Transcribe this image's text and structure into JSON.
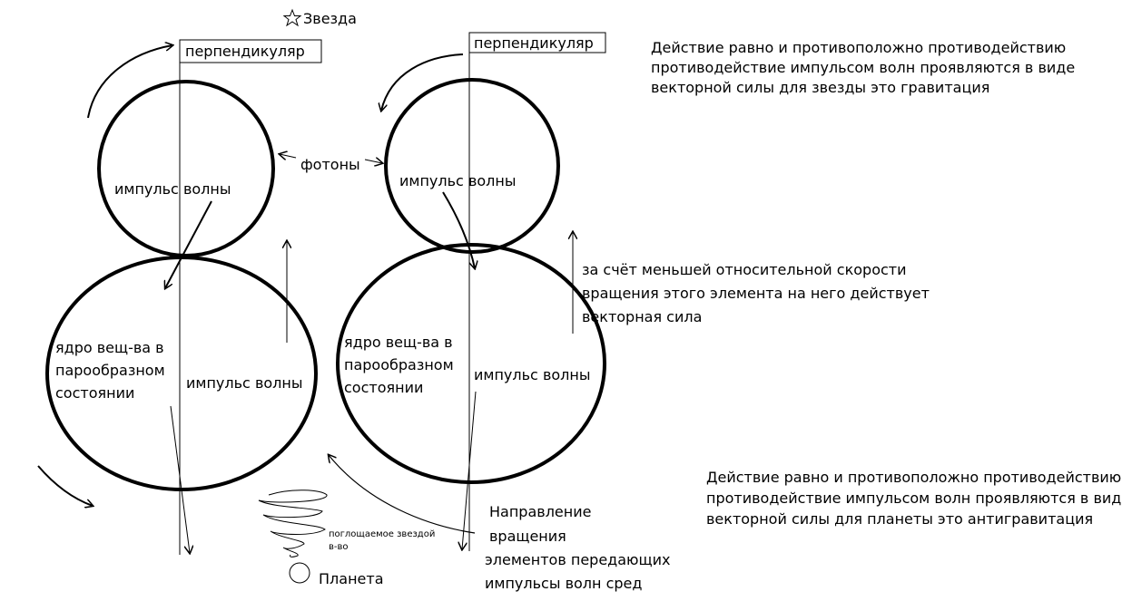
{
  "labels": {
    "star": "Звезда",
    "perp": "перпендикуляр",
    "impulse": "импульс волны",
    "photons": "фотоны",
    "core_1": "ядро вещ-ва в",
    "core_2": "парообразном",
    "core_3": "состоянии",
    "absorbed_1": "поглощаемое звездой",
    "absorbed_2": "в-во",
    "planet": "Планета",
    "rotation_1": "Направление",
    "rotation_2": "вращения",
    "rotation_3": "элементов передающих",
    "rotation_4": "импульсы волн сред",
    "vector_1": "за счёт меньшей относительной скорости",
    "vector_2": "вращения этого элемента на него действует",
    "vector_3": "векторная сила"
  },
  "notes": {
    "star": [
      "Действие равно и противоположно противодействию",
      "противодействие импульсом волн проявляются в виде",
      "векторной силы для звезды это гравитация"
    ],
    "planet": [
      "Действие равно и противоположно противодействию",
      "противодействие импульсом волн проявляются в виде",
      "векторной силы для планеты это антигравитация"
    ]
  }
}
